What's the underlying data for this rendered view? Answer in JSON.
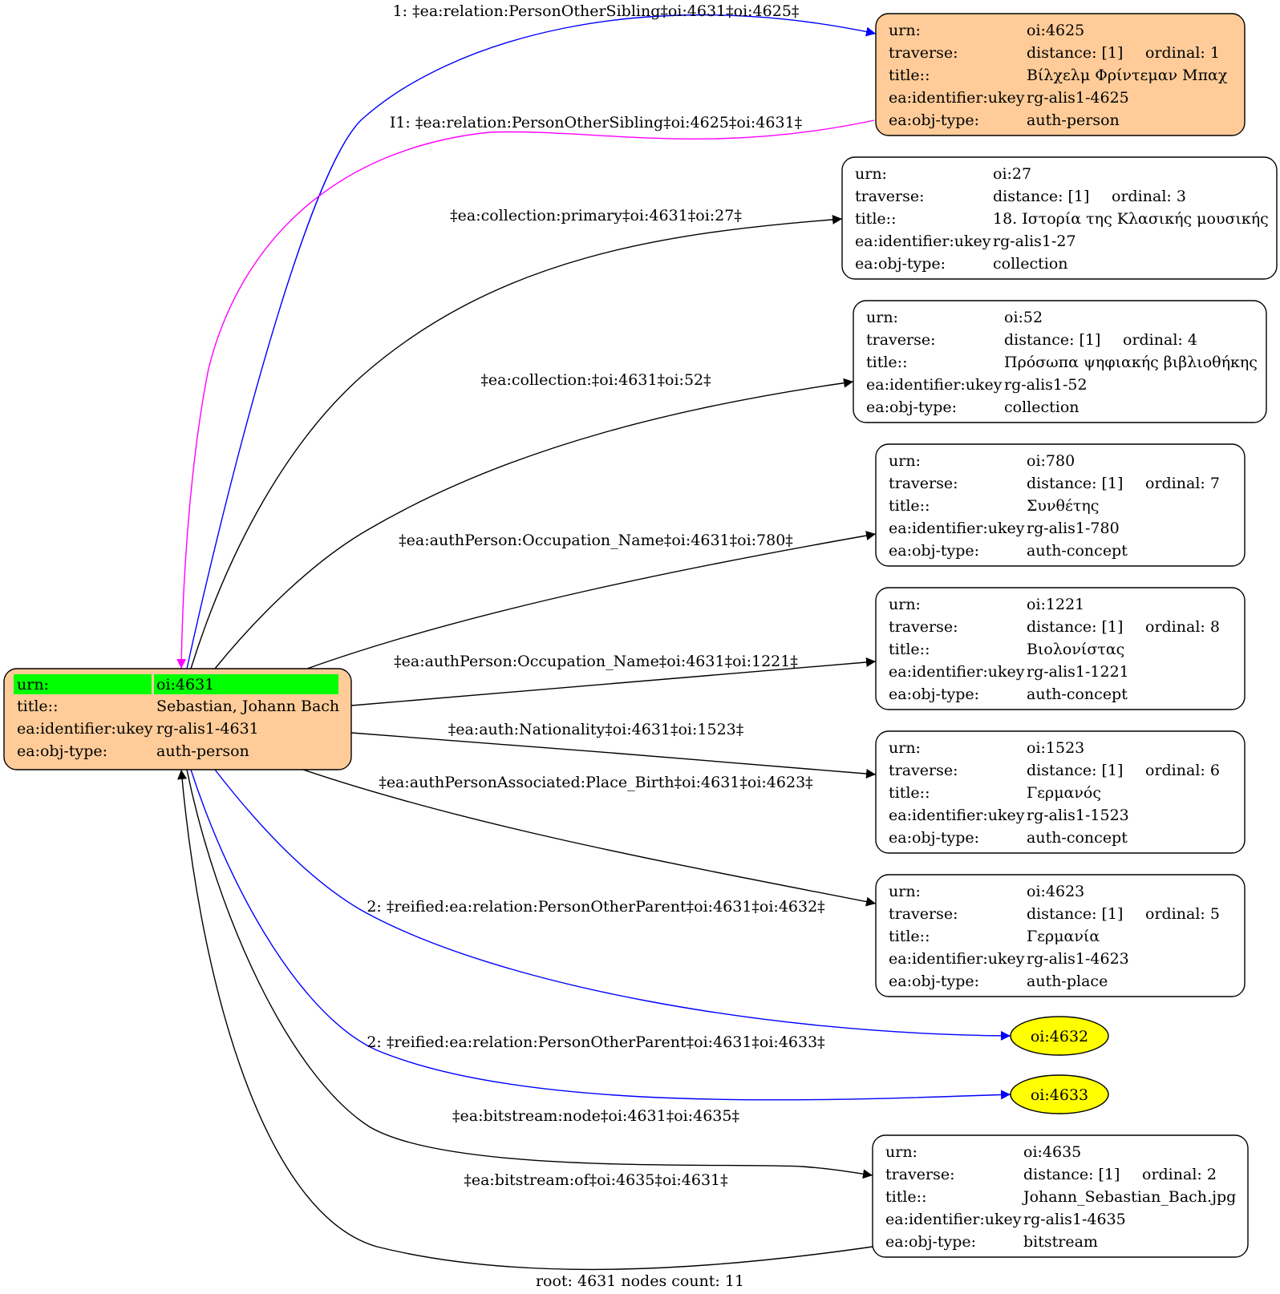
{
  "graph": {
    "root": {
      "id": "4631",
      "fill": "#ffcc99",
      "highlight": "#00ff00",
      "rows": [
        [
          "urn:",
          "oi:4631"
        ],
        [
          "title::",
          "Sebastian, Johann Bach"
        ],
        [
          "ea:identifier:ukey",
          "rg-alis1-4631"
        ],
        [
          "ea:obj-type:",
          "auth-person"
        ]
      ]
    },
    "nodes": [
      {
        "id": "4625",
        "fill": "#ffcc99",
        "rows": [
          [
            "urn:",
            "oi:4625"
          ],
          [
            "traverse:",
            "distance: [1]",
            "ordinal: 1"
          ],
          [
            "title::",
            "Βίλχελμ Φρίντεμαν Μπαχ"
          ],
          [
            "ea:identifier:ukey",
            "rg-alis1-4625"
          ],
          [
            "ea:obj-type:",
            "auth-person"
          ]
        ]
      },
      {
        "id": "27",
        "fill": "#ffffff",
        "rows": [
          [
            "urn:",
            "oi:27"
          ],
          [
            "traverse:",
            "distance: [1]",
            "ordinal: 3"
          ],
          [
            "title::",
            "18. Ιστορία της Κλασικής μουσικής"
          ],
          [
            "ea:identifier:ukey",
            "rg-alis1-27"
          ],
          [
            "ea:obj-type:",
            "collection"
          ]
        ]
      },
      {
        "id": "52",
        "fill": "#ffffff",
        "rows": [
          [
            "urn:",
            "oi:52"
          ],
          [
            "traverse:",
            "distance: [1]",
            "ordinal: 4"
          ],
          [
            "title::",
            "Πρόσωπα ψηφιακής βιβλιοθήκης"
          ],
          [
            "ea:identifier:ukey",
            "rg-alis1-52"
          ],
          [
            "ea:obj-type:",
            "collection"
          ]
        ]
      },
      {
        "id": "780",
        "fill": "#ffffff",
        "rows": [
          [
            "urn:",
            "oi:780"
          ],
          [
            "traverse:",
            "distance: [1]",
            "ordinal: 7"
          ],
          [
            "title::",
            "Συνθέτης"
          ],
          [
            "ea:identifier:ukey",
            "rg-alis1-780"
          ],
          [
            "ea:obj-type:",
            "auth-concept"
          ]
        ]
      },
      {
        "id": "1221",
        "fill": "#ffffff",
        "rows": [
          [
            "urn:",
            "oi:1221"
          ],
          [
            "traverse:",
            "distance: [1]",
            "ordinal: 8"
          ],
          [
            "title::",
            "Βιολονίστας"
          ],
          [
            "ea:identifier:ukey",
            "rg-alis1-1221"
          ],
          [
            "ea:obj-type:",
            "auth-concept"
          ]
        ]
      },
      {
        "id": "1523",
        "fill": "#ffffff",
        "rows": [
          [
            "urn:",
            "oi:1523"
          ],
          [
            "traverse:",
            "distance: [1]",
            "ordinal: 6"
          ],
          [
            "title::",
            "Γερμανός"
          ],
          [
            "ea:identifier:ukey",
            "rg-alis1-1523"
          ],
          [
            "ea:obj-type:",
            "auth-concept"
          ]
        ]
      },
      {
        "id": "4623",
        "fill": "#ffffff",
        "rows": [
          [
            "urn:",
            "oi:4623"
          ],
          [
            "traverse:",
            "distance: [1]",
            "ordinal: 5"
          ],
          [
            "title::",
            "Γερμανία"
          ],
          [
            "ea:identifier:ukey",
            "rg-alis1-4623"
          ],
          [
            "ea:obj-type:",
            "auth-place"
          ]
        ]
      },
      {
        "id": "4635",
        "fill": "#ffffff",
        "rows": [
          [
            "urn:",
            "oi:4635"
          ],
          [
            "traverse:",
            "distance: [1]",
            "ordinal: 2"
          ],
          [
            "title::",
            "Johann_Sebastian_Bach.jpg"
          ],
          [
            "ea:identifier:ukey",
            "rg-alis1-4635"
          ],
          [
            "ea:obj-type:",
            "bitstream"
          ]
        ]
      }
    ],
    "ellipses": [
      {
        "id": "4632",
        "label": "oi:4632",
        "fill": "#ffff00"
      },
      {
        "id": "4633",
        "label": "oi:4633",
        "fill": "#ffff00"
      }
    ],
    "edges": [
      {
        "id": "e4625",
        "label": "1: ‡ea:relation:PersonOtherSibling‡oi:4631‡oi:4625‡",
        "color": "#0000ff"
      },
      {
        "id": "e4625i",
        "label": "I1: ‡ea:relation:PersonOtherSibling‡oi:4625‡oi:4631‡",
        "color": "#ff00ff"
      },
      {
        "id": "e27",
        "label": "‡ea:collection:primary‡oi:4631‡oi:27‡",
        "color": "#000000"
      },
      {
        "id": "e52",
        "label": "‡ea:collection:‡oi:4631‡oi:52‡",
        "color": "#000000"
      },
      {
        "id": "e780",
        "label": "‡ea:authPerson:Occupation_Name‡oi:4631‡oi:780‡",
        "color": "#000000"
      },
      {
        "id": "e1221",
        "label": "‡ea:authPerson:Occupation_Name‡oi:4631‡oi:1221‡",
        "color": "#000000"
      },
      {
        "id": "e1523",
        "label": "‡ea:auth:Nationality‡oi:4631‡oi:1523‡",
        "color": "#000000"
      },
      {
        "id": "e4623",
        "label": "‡ea:authPersonAssociated:Place_Birth‡oi:4631‡oi:4623‡",
        "color": "#000000"
      },
      {
        "id": "e4632",
        "label": "2: ‡reified:ea:relation:PersonOtherParent‡oi:4631‡oi:4632‡",
        "color": "#0000ff"
      },
      {
        "id": "e4633",
        "label": "2: ‡reified:ea:relation:PersonOtherParent‡oi:4631‡oi:4633‡",
        "color": "#0000ff"
      },
      {
        "id": "e4635",
        "label": "‡ea:bitstream:node‡oi:4631‡oi:4635‡",
        "color": "#000000"
      },
      {
        "id": "e4635i",
        "label": "‡ea:bitstream:of‡oi:4635‡oi:4631‡",
        "color": "#000000"
      }
    ],
    "footer": "root: 4631 nodes count: 11"
  }
}
